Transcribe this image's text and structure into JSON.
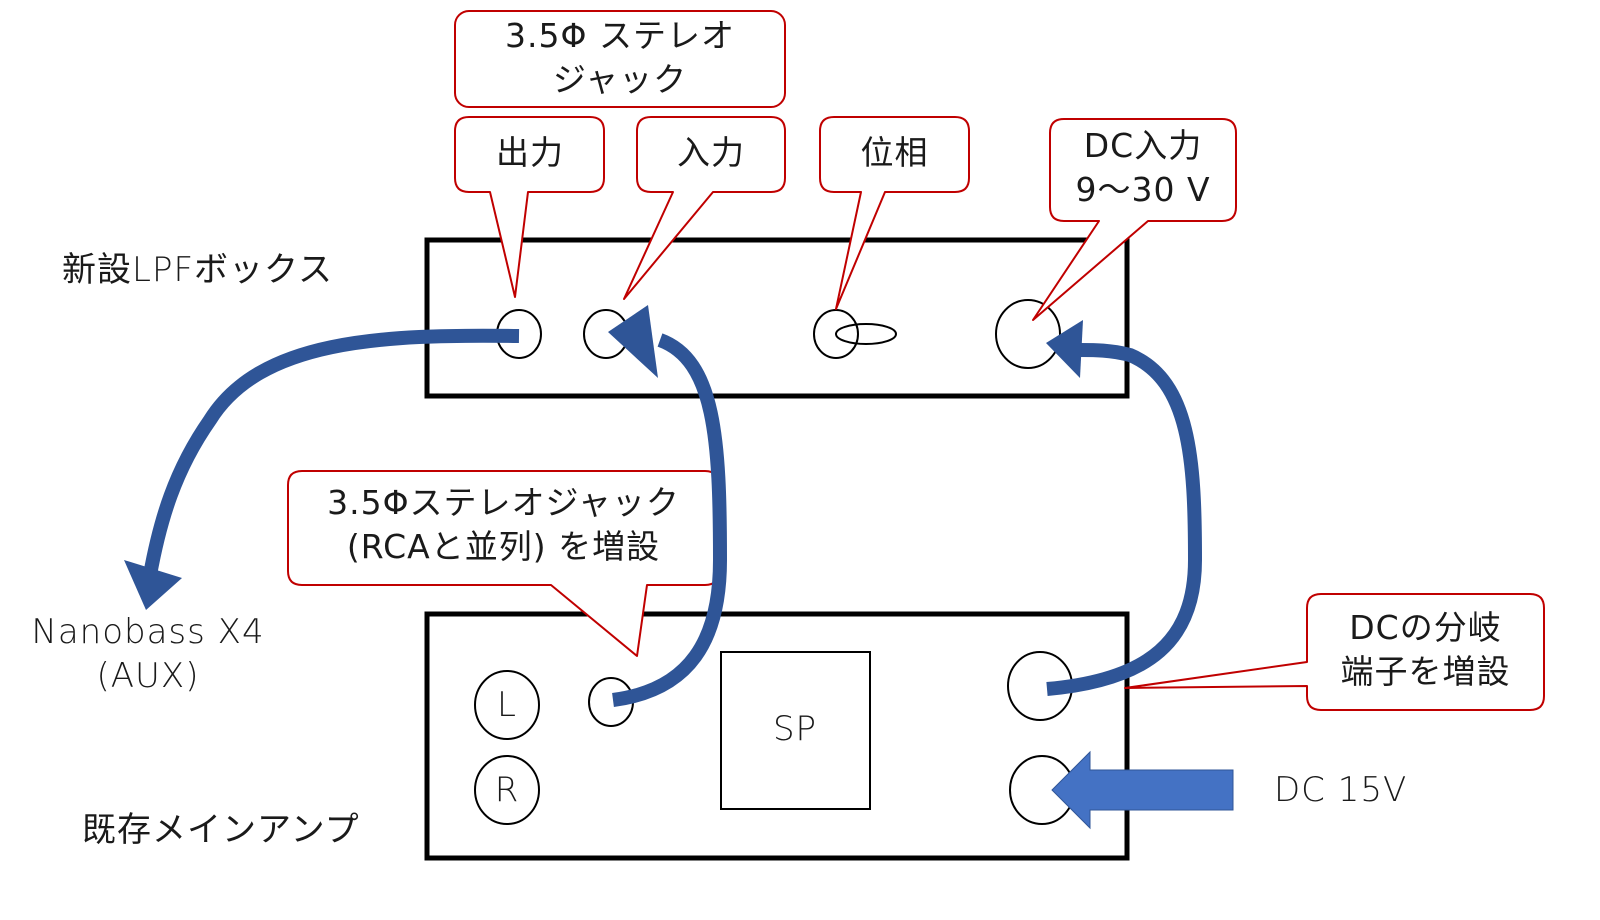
{
  "devices": {
    "lpf_box": {
      "label": "新設LPFボックス"
    },
    "main_amp": {
      "label": "既存メインアンプ",
      "speaker_label": "SP",
      "jack_left": "L",
      "jack_right": "R"
    }
  },
  "external": {
    "nanobass": {
      "line1": "Nanobass X4",
      "line2": "(AUX)"
    },
    "dc_source": {
      "label": "DC 15V"
    }
  },
  "callouts": {
    "stereo_jack_top": {
      "line1": "3.5Φ ステレオ",
      "line2": "ジャック"
    },
    "output": {
      "text": "出力"
    },
    "input": {
      "text": "入力"
    },
    "phase": {
      "text": "位相"
    },
    "dc_input": {
      "line1": "DC入力",
      "line2": "9～30 V"
    },
    "stereo_jack_add": {
      "line1": "3.5Φステレオジャック",
      "line2": "(RCAと並列) を増設"
    },
    "dc_branch": {
      "line1": "DCの分岐",
      "line2": "端子を増設"
    }
  },
  "colors": {
    "callout_border": "#c00000",
    "cable": "#2f5597",
    "dc_arrow": "#4472c4",
    "outline": "#000000"
  }
}
